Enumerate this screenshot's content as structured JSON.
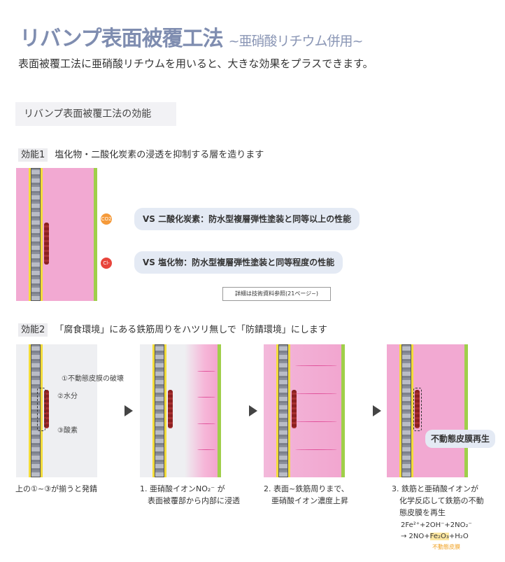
{
  "title": "リバンプ表面被覆工法",
  "title_sub": "~亜硝酸リチウム併用~",
  "lead": "表面被覆工法に亜硝酸リチウムを用いると、大きな効果をプラスできます。",
  "section_title": "リバンプ表面被覆工法の効能",
  "effect1": {
    "label": "効能1",
    "text": "塩化物・二酸化炭素の浸透を抑制する層を造ります",
    "badges": [
      "CO2",
      "Cl-"
    ],
    "bubbles": [
      "VS 二酸化炭素：防水型複層弾性塗装と同等以上の性能",
      "VS 塩化物：防水型複層弾性塗装と同等程度の性能"
    ],
    "note": "詳細は技術資料参照(21ページ~)"
  },
  "effect2": {
    "label": "効能2",
    "text": "「腐食環境」にある鉄筋周りをハツリ無しで「防錆環境」にします",
    "panel1_labels": [
      "①不動態皮膜の破壊",
      "②水分",
      "③酸素"
    ],
    "panel4_label": "不動態皮膜再生",
    "captions": [
      "上の①~③が揃うと発錆",
      "1. 亜硝酸イオンNO₂⁻ が\n　表面被覆部から内部に浸透",
      "2. 表面~鉄筋周りまで、\n　亜硝酸イオン濃度上昇",
      "3. 鉄筋と亜硝酸イオンが\n　化学反応して鉄筋の不動\n　態皮膜を再生"
    ],
    "equation_line1": "2Fe²⁺+2OH⁻+2NO₂⁻",
    "equation_line2_pre": "→ 2NO+",
    "equation_highlight": "Fe₂O₃",
    "equation_line2_post": "+H₂O",
    "equation_note": "不動態皮膜"
  },
  "colors": {
    "pink": "#f2a9d2",
    "title": "#7f8db0",
    "green": "#9fcf4a"
  }
}
